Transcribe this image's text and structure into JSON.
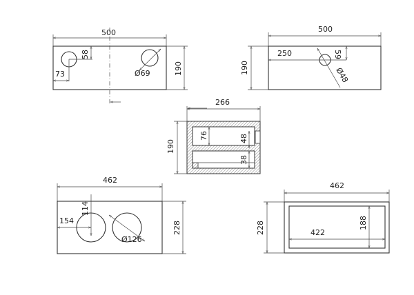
{
  "views": {
    "view1": {
      "width": "500",
      "height": "190",
      "hole_offset_y": "58",
      "hole_offset_x": "73",
      "hole_diameter": "Ø69"
    },
    "view2": {
      "width": "500",
      "height": "190",
      "hole_offset_x": "250",
      "hole_offset_y": "59",
      "hole_diameter": "Ø48"
    },
    "view3": {
      "width": "266",
      "height": "190",
      "upper_clearance": "76",
      "notch_height": "48",
      "lower_clearance": "38"
    },
    "view4": {
      "width": "462",
      "height": "228",
      "hole_offset_y": "114",
      "hole_offset_x": "154",
      "hole_diameter": "Ø126"
    },
    "view5": {
      "width": "462",
      "height": "228",
      "inner_width": "422",
      "inner_height": "188"
    }
  },
  "colors": {
    "line": "#333333",
    "hatch": "#666666"
  }
}
